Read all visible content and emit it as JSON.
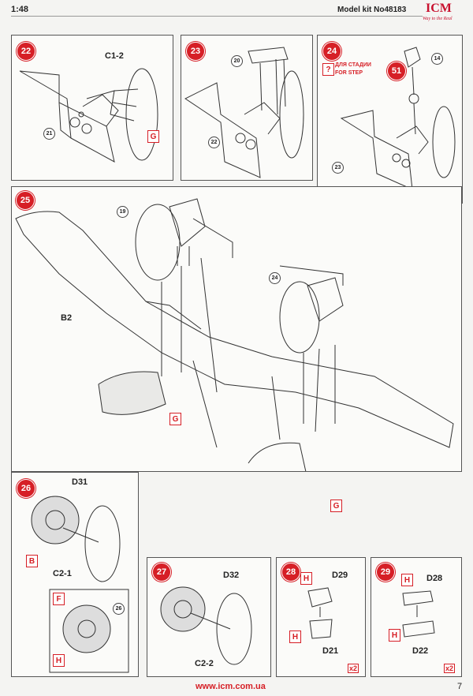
{
  "header": {
    "scale": "1:48",
    "kit": "Model kit No48183",
    "brand": "ICM",
    "tagline": "Way to the Real"
  },
  "steps": {
    "s22": {
      "num": "22",
      "part_main": "C1-2",
      "callout": "21",
      "sprue": "G"
    },
    "s23": {
      "num": "23",
      "callout_top": "20",
      "callout_bottom": "22"
    },
    "s24": {
      "num": "24",
      "note_ru": "ДЛЯ СТАДИИ",
      "note_en": "FOR STEP",
      "ref_step": "51",
      "callout_top": "14",
      "callout_bottom": "23"
    },
    "s25": {
      "num": "25",
      "part_wing": "B2",
      "callout_left": "19",
      "callout_right": "24",
      "sprue_left": "G",
      "sprue_right": "G"
    },
    "s26": {
      "num": "26",
      "part_engine": "D31",
      "part_cover": "C2-1",
      "sprue_b": "B",
      "sprue_f": "F",
      "sprue_h": "H",
      "callout_inset": "26"
    },
    "s27": {
      "num": "27",
      "part_engine": "D32",
      "part_cover": "C2-2"
    },
    "s28": {
      "num": "28",
      "part_top": "D29",
      "part_bottom": "D21",
      "sprue_top": "H",
      "sprue_bottom": "H",
      "qty": "x2"
    },
    "s29": {
      "num": "29",
      "part_top": "D28",
      "part_bottom": "D22",
      "sprue_top": "H",
      "sprue_bottom": "H",
      "qty": "x2"
    }
  },
  "footer": {
    "site": "www.icm.com.ua",
    "page": "7"
  },
  "colors": {
    "accent": "#d61f26",
    "line": "#333333"
  }
}
